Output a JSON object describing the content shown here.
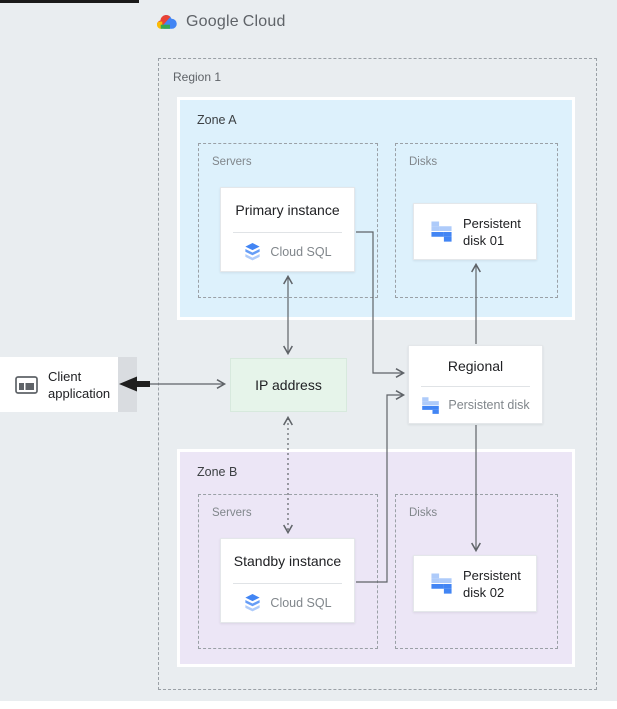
{
  "brand": {
    "google": "Google",
    "cloud": "Cloud"
  },
  "region": {
    "label": "Region 1"
  },
  "zone_a": {
    "label": "Zone A",
    "servers_label": "Servers",
    "instance_title": "Primary instance",
    "instance_product": "Cloud SQL",
    "disks_label": "Disks",
    "disk_title": "Persistent disk 01"
  },
  "zone_b": {
    "label": "Zone B",
    "servers_label": "Servers",
    "instance_title": "Standby instance",
    "instance_product": "Cloud SQL",
    "disks_label": "Disks",
    "disk_title": "Persistent disk 02"
  },
  "ip_box": {
    "label": "IP address"
  },
  "regional": {
    "title": "Regional",
    "product": "Persistent disk"
  },
  "client": {
    "label": "Client application"
  },
  "icons": {
    "logo": "google-cloud-logo",
    "client": "app-window",
    "sql": "cloud-sql",
    "disk": "persistent-disk"
  },
  "colors": {
    "canvas_bg": "#e9edf0",
    "zone_a_bg": "#ddf1fc",
    "zone_b_bg": "#ece6f6",
    "ip_bg": "#e6f4ea",
    "card_bg": "#ffffff",
    "dashed_border": "#9aa0a6",
    "arrow": "#5f6368",
    "bold_arrow": "#1f1f1f",
    "title_text": "#202124",
    "muted_text": "#80868b",
    "zone_label_text": "#3c4043",
    "region_label_text": "#5f6368",
    "blue_dark": "#4285f4",
    "blue_mid": "#669df6",
    "blue_light": "#aecbfa"
  }
}
